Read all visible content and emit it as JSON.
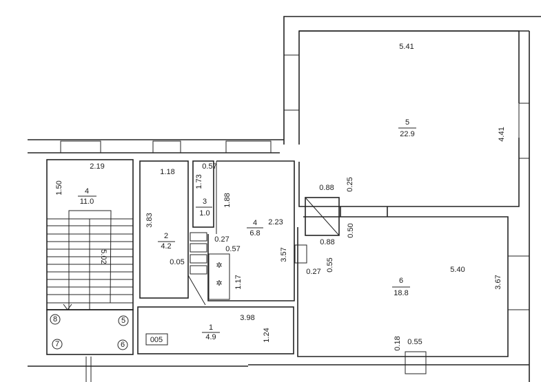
{
  "rooms": [
    {
      "number": "5",
      "area": "22.9"
    },
    {
      "number": "6",
      "area": "18.8"
    },
    {
      "number": "4",
      "area": "11.0"
    },
    {
      "number": "2",
      "area": "4.2"
    },
    {
      "number": "3",
      "area": "1.0"
    },
    {
      "number": "4",
      "area": "6.8"
    },
    {
      "number": "1",
      "area": "4.9"
    }
  ],
  "dimensions": {
    "r5_width": "5.41",
    "r5_depth": "4.41",
    "shaft_top": "0.88",
    "shaft_side": "0.25",
    "shaft_wall": "0.50",
    "shaft_bottom": "0.88",
    "vent_w": "0.27",
    "vent_h": "0.55",
    "r6_width": "5.40",
    "r6_depth": "3.67",
    "vent2_h": "0.18",
    "vent2_w": "0.55",
    "stair_width": "2.19",
    "stair_top": "1.50",
    "stair_len": "5.02",
    "r2_width": "1.18",
    "r2_len": "3.83",
    "r2_gap": "0.05",
    "r3_width": "0.57",
    "r3_len": "1.73",
    "r3_side": "1.88",
    "r4_width": "2.23",
    "r4_niche_a": "0.27",
    "r4_niche_b": "0.57",
    "r4_len": "3.57",
    "r4_stove": "1.17",
    "r1_width": "3.98",
    "r1_depth": "1.24"
  },
  "apartment_tag": "005",
  "axis_markers": [
    "8",
    "5",
    "7",
    "6"
  ]
}
